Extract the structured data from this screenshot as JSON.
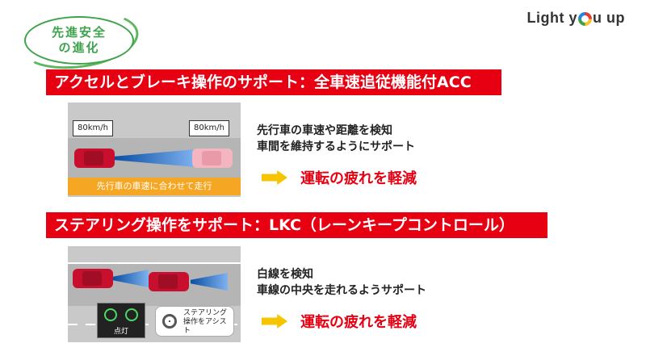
{
  "badge": {
    "line1": "先進安全",
    "line2": "の進化"
  },
  "logo": {
    "light": "Light y",
    "you": "u up"
  },
  "acc": {
    "title": "アクセルとブレーキ操作のサポート：全車速追従機能付ACC",
    "speed_own": "80km/h",
    "speed_front": "80km/h",
    "caption": "先行車の車速に合わせて走行",
    "desc1": "先行車の車速や距離を検知",
    "desc2": "車間を維持するようにサポート",
    "result": "運転の疲れを軽減"
  },
  "lkc": {
    "title": "ステアリング操作をサポート：LKC（レーンキープコントロール）",
    "indicator_label": "点灯",
    "assist_line1": "ステアリング",
    "assist_line2": "操作をアシスト",
    "desc1": "白線を検知",
    "desc2": "車線の中央を走れるようサポート",
    "result": "運転の疲れを軽減"
  },
  "colors": {
    "accent_red": "#e60012",
    "badge_green": "#3fa34d",
    "arrow_yellow": "#f6c500",
    "caption_orange": "#f5a623"
  }
}
